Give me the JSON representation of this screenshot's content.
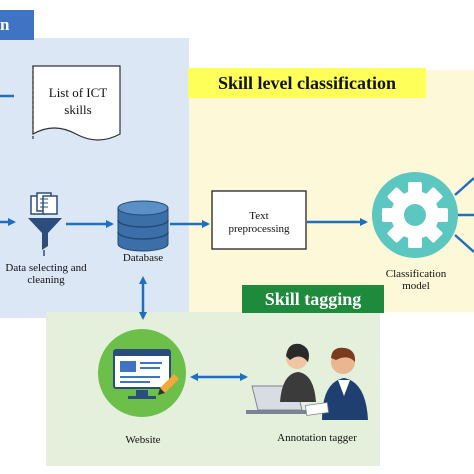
{
  "blue_panel": {
    "title": "n"
  },
  "yellow_panel": {
    "title": "Skill level classification"
  },
  "green_panel": {
    "title": "Skill tagging"
  },
  "nodes": {
    "list_of_ict_skills": "List of ICT skills",
    "data_selecting": "Data selecting and cleaning",
    "database": "Database",
    "text_preprocessing": "Text preprocessing",
    "classification_model": "Classification model",
    "website": "Website",
    "annotation_tagger": "Annotation tagger"
  },
  "colors": {
    "blue_panel_bg": "#dbe7f4",
    "yellow_panel_bg": "#fdf9d8",
    "green_panel_bg": "#e4efdc",
    "blue_title": "#3f73c4",
    "yellow_title": "#ffff5a",
    "green_title": "#1e8a3c",
    "arrow": "#1f6fc1",
    "gear_bg": "#5cc7c0",
    "website_circle": "#6cc04a"
  }
}
